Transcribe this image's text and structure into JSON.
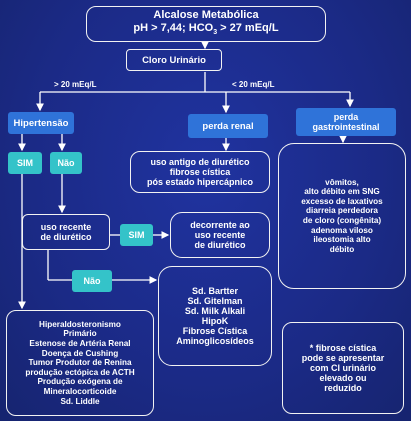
{
  "top": {
    "title": "Alcalose Metabólica",
    "criteria_pre": "pH > 7,44; HCO",
    "criteria_sub": "3",
    "criteria_post": " > 27 mEq/L"
  },
  "chloride": {
    "label": "Cloro Urinário"
  },
  "branch_labels": {
    "high": "> 20 mEq/L",
    "low": "< 20 mEq/L"
  },
  "hypertension": {
    "label": "Hipertensão"
  },
  "renal_loss": {
    "label": "perda renal"
  },
  "gi_loss": {
    "line1": "perda",
    "line2": "gastrointestinal"
  },
  "sim1": {
    "label": "SIM"
  },
  "nao1": {
    "label": "Não"
  },
  "renal_causes": {
    "lines": [
      "uso antigo de diurético",
      "fibrose cística",
      "pós estado hipercápnico"
    ]
  },
  "gi_causes": {
    "lines": [
      "vômitos,",
      "alto débito em SNG",
      "excesso de laxativos",
      "diarreia perdedora",
      "de cloro (congênita)",
      "adenoma viloso",
      "ileostomia alto",
      "débito"
    ]
  },
  "diuretic": {
    "line1": "uso recente",
    "line2": "de diurético"
  },
  "sim2": {
    "label": "SIM"
  },
  "recent_diuretic_result": {
    "lines": [
      "decorrente ao",
      "uso recente",
      "de diurético"
    ]
  },
  "nao2": {
    "label": "Não"
  },
  "syndromes": {
    "lines": [
      "Sd. Bartter",
      "Sd. Gitelman",
      "Sd. Milk Alkali",
      "HipoK",
      "Fibrose Cística",
      "Aminoglicosídeos"
    ]
  },
  "hyper_causes": {
    "lines": [
      "Hiperaldosteronismo",
      "Primário",
      "Estenose de Artéria Renal",
      "Doença de Cushing",
      "Tumor Produtor de Renina",
      "produção ectópica de ACTH",
      "Produção exógena de",
      "Mineralocorticoide",
      "Sd. Liddle"
    ]
  },
  "note": {
    "lines": [
      "* fibrose cística",
      "pode se apresentar",
      "com Cl urinário",
      "elevado ou",
      "reduzido"
    ]
  }
}
